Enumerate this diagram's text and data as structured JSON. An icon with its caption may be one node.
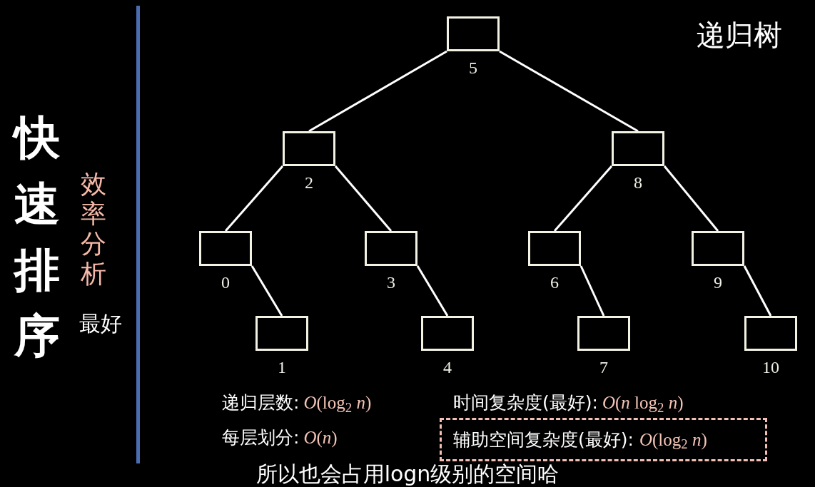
{
  "diagram": {
    "title": "递归树",
    "caption": "所以也会占用logn级别的空间哈",
    "nodes": [
      {
        "text": [],
        "shape": "box",
        "beside": [
          "5"
        ]
      },
      {
        "text": [],
        "shape": "box",
        "beside": [
          "2"
        ]
      },
      {
        "text": [],
        "shape": "box",
        "beside": [
          "8"
        ]
      },
      {
        "text": [],
        "shape": "box",
        "beside": [
          "0"
        ]
      },
      {
        "text": [],
        "shape": "box",
        "beside": [
          "3"
        ]
      },
      {
        "text": [],
        "shape": "box",
        "beside": [
          "6"
        ]
      },
      {
        "text": [],
        "shape": "box",
        "beside": [
          "9"
        ]
      },
      {
        "text": [],
        "shape": "box",
        "beside": [
          "1"
        ]
      },
      {
        "text": [],
        "shape": "box",
        "beside": [
          "4"
        ]
      },
      {
        "text": [],
        "shape": "box",
        "beside": [
          "7"
        ]
      },
      {
        "text": [],
        "shape": "box",
        "beside": [
          "10"
        ]
      },
      {
        "text": [
          "辅助空间复杂度(最好):",
          "*O*(log$_{2}$ *n*)"
        ]
      }
    ],
    "edges": [
      {
        "from": 0,
        "to": 1,
        "arrow": "none"
      },
      {
        "from": 0,
        "to": 2,
        "arrow": "none"
      },
      {
        "from": 1,
        "to": 3,
        "arrow": "none"
      },
      {
        "from": 1,
        "to": 4,
        "arrow": "none"
      },
      {
        "from": 2,
        "to": 5,
        "arrow": "none"
      },
      {
        "from": 2,
        "to": 6,
        "arrow": "none"
      },
      {
        "from": 3,
        "to": 7,
        "arrow": "none"
      },
      {
        "from": 4,
        "to": 8,
        "arrow": "none"
      },
      {
        "from": 5,
        "to": 9,
        "arrow": "none"
      },
      {
        "from": 6,
        "to": 10,
        "arrow": "none"
      }
    ],
    "labels": [
      "快速排序",
      "效率分析",
      "最好",
      "递归层数:",
      "*O*(log$_{2}$ *n*)",
      "时间复杂度(最好):",
      "*O*(*n* log$_{2}$ *n*)",
      "每层划分:",
      "*O*(*n*)"
    ]
  }
}
